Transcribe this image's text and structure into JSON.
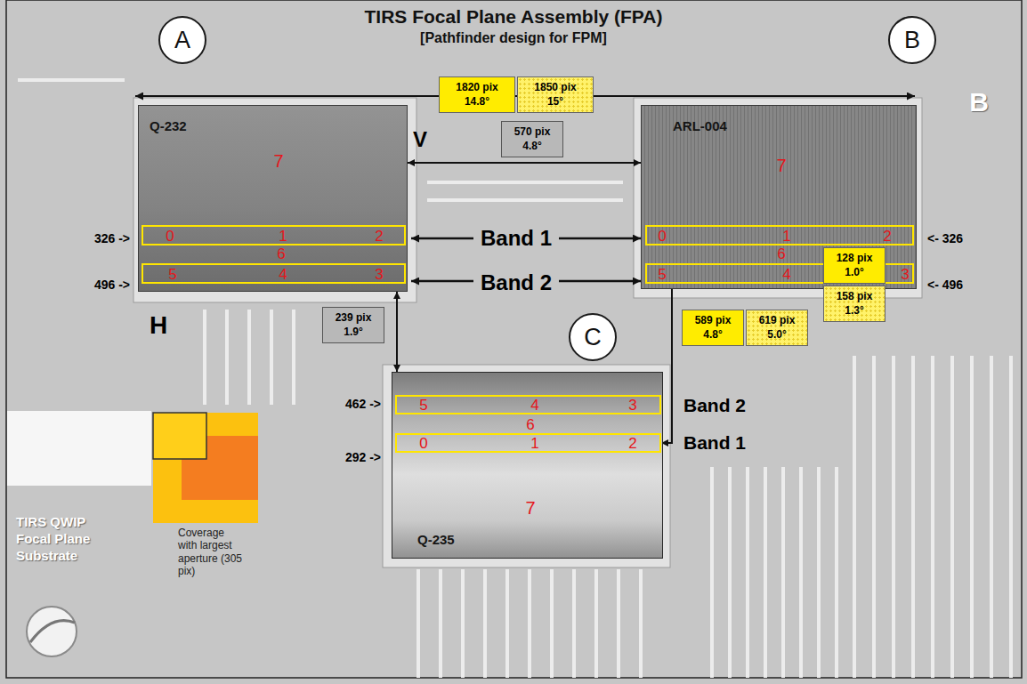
{
  "diagram": {
    "title": "TIRS Focal Plane Assembly (FPA)",
    "nodes": [
      {
        "text": [
          "A"
        ]
      },
      {
        "text": [
          "B"
        ]
      },
      {
        "text": [
          "1820 pix 14.8°"
        ]
      },
      {
        "text": [
          "1850 pix 15°"
        ]
      },
      {
        "text": [
          "Q-232",
          "7",
          "6"
        ]
      },
      {
        "text": [
          "0",
          "1",
          "2"
        ],
        "in": 4
      },
      {
        "text": [
          "5",
          "4",
          "3"
        ],
        "in": 4
      },
      {
        "text": [
          "570 pix 4.8°"
        ]
      },
      {
        "text": [
          "ARL-004",
          "7",
          "6"
        ]
      },
      {
        "text": [
          "0",
          "1",
          "2"
        ],
        "in": 8
      },
      {
        "text": [
          "5",
          "4",
          "3"
        ],
        "in": 8
      },
      {
        "text": [
          "128 pix 1.0°"
        ]
      },
      {
        "text": [
          "158 pix 1.3°"
        ]
      },
      {
        "text": [
          "239 pix 1.9°"
        ]
      },
      {
        "text": [
          "C"
        ]
      },
      {
        "text": [
          "589 pix 4.8°"
        ]
      },
      {
        "text": [
          "619 pix 5.0°"
        ]
      },
      {
        "text": [
          "6",
          "7",
          "Q-235"
        ]
      },
      {
        "text": [
          "5",
          "4",
          "3"
        ],
        "in": 17
      },
      {
        "text": [
          "0",
          "1",
          "2"
        ],
        "in": 17
      }
    ],
    "edges": [
      {
        "from": 4,
        "to": 8,
        "arrow": "both"
      },
      {
        "from": 9,
        "to": 10,
        "arrow": "both"
      },
      {
        "from": 4,
        "to": 17,
        "arrow": "both"
      },
      {
        "from": 9,
        "to": 19,
        "arrow": "both"
      }
    ],
    "labels": [
      "[Pathfinder design for FPM]",
      "V",
      "326 ->",
      "496 ->",
      "Band 1",
      "Band 2",
      "<- 326",
      "<- 496",
      "H",
      "462 ->",
      "292 ->",
      "Band 2",
      "Band 1",
      "Coverage with largest aperture (305 pix)",
      "TIRS QWIP Focal Plane Substrate",
      "B"
    ]
  }
}
